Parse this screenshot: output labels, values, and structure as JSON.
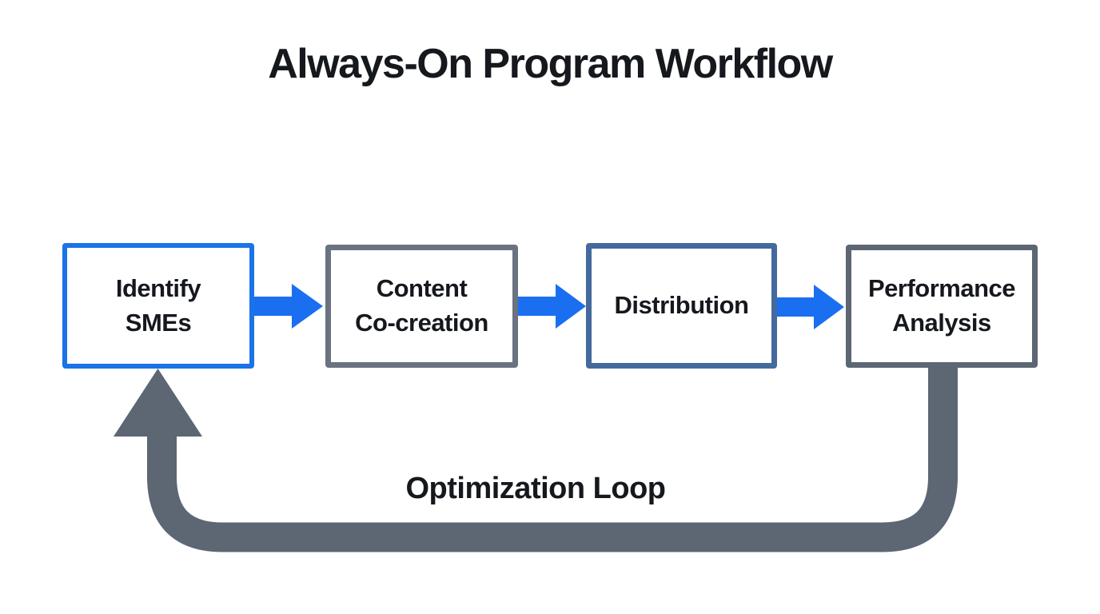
{
  "title": "Always-On Program Workflow",
  "workflow": {
    "steps": [
      {
        "label": "Identify\nSMEs",
        "border_color": "#1a73e8"
      },
      {
        "label": "Content\nCo-creation",
        "border_color": "#6b7280"
      },
      {
        "label": "Distribution",
        "border_color": "#44699d"
      },
      {
        "label": "Performance\nAnalysis",
        "border_color": "#5d6673"
      }
    ],
    "loop_label": "Optimization Loop"
  },
  "colors": {
    "arrow_blue": "#1a6ff0",
    "loop_gray": "#5d6673",
    "text": "#15181d",
    "background": "#ffffff"
  }
}
